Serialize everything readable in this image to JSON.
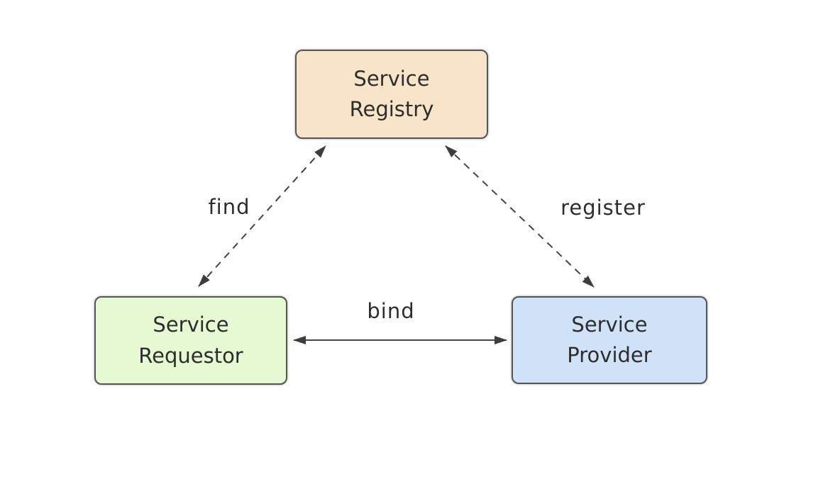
{
  "canvas": {
    "background": "#ffffff",
    "box_border_color": "#555555",
    "text_color": "#2d2d2d",
    "arrow_color": "#444444"
  },
  "diagram": {
    "nodes": [
      {
        "id": "service-registry",
        "label": "Service\nRegistry",
        "fill": "#f8e4c9"
      },
      {
        "id": "service-requestor",
        "label": "Service\nRequestor",
        "fill": "#e6f9d3"
      },
      {
        "id": "service-provider",
        "label": "Service\nProvider",
        "fill": "#cfe2f7"
      }
    ],
    "edges": [
      {
        "id": "find",
        "label": "find",
        "from": "service-requestor",
        "to": "service-registry",
        "line_style": "dashed",
        "direction": "bidirectional"
      },
      {
        "id": "register",
        "label": "register",
        "from": "service-provider",
        "to": "service-registry",
        "line_style": "dashed",
        "direction": "bidirectional"
      },
      {
        "id": "bind",
        "label": "bind",
        "from": "service-requestor",
        "to": "service-provider",
        "line_style": "solid",
        "direction": "bidirectional"
      }
    ]
  }
}
